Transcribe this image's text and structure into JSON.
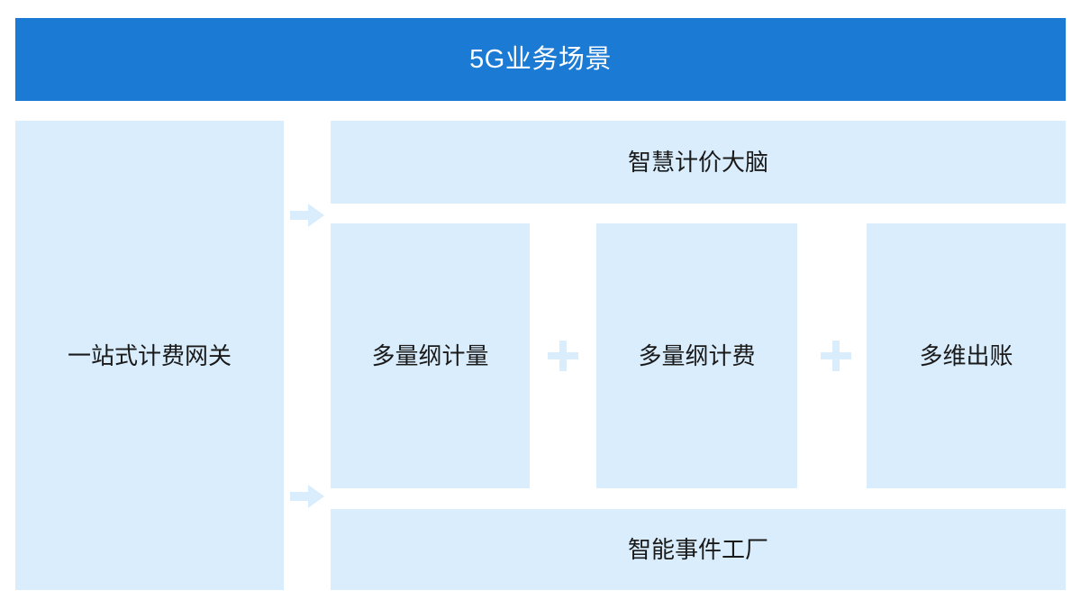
{
  "header": {
    "title": "5G业务场景",
    "background_color": "#1a7ad4",
    "text_color": "#ffffff"
  },
  "theme": {
    "panel_fill": "#daedfc",
    "panel_text": "#1a1a1a",
    "accent_blue": "#1a7ad4",
    "connector_color": "#daedfc",
    "page_background": "#ffffff"
  },
  "diagram": {
    "gateway": {
      "label": "一站式计费网关"
    },
    "brain": {
      "label": "智慧计价大脑"
    },
    "factory": {
      "label": "智能事件工厂"
    },
    "capabilities": [
      {
        "label": "多量纲计量"
      },
      {
        "label": "多量纲计费"
      },
      {
        "label": "多维出账"
      }
    ],
    "connectors": {
      "plus_symbol": "+",
      "arrows": [
        {
          "name": "gateway-to-brain",
          "direction": "right"
        },
        {
          "name": "gateway-to-factory",
          "direction": "right"
        }
      ]
    }
  }
}
